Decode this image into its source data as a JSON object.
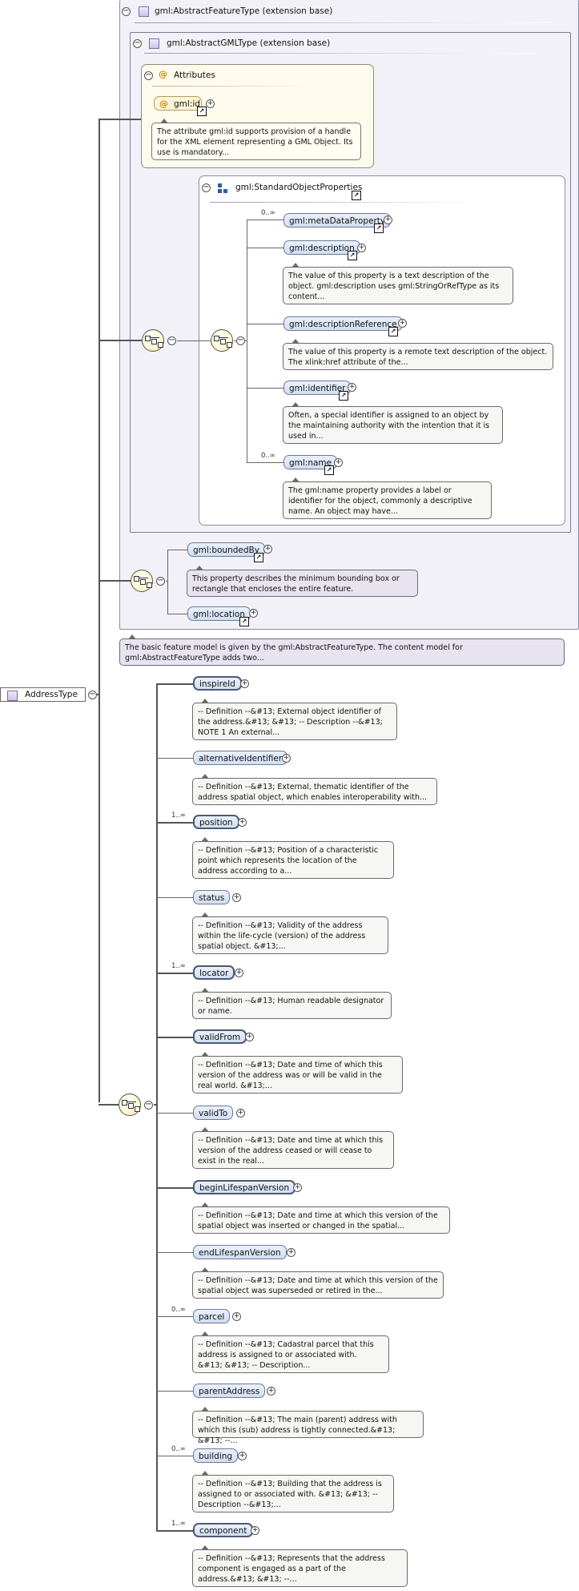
{
  "root": {
    "label": "AddressType"
  },
  "feature_group": {
    "title": "gml:AbstractFeatureType (extension base)"
  },
  "gml_group": {
    "title": "gml:AbstractGMLType (extension base)"
  },
  "attributes": {
    "title": "Attributes",
    "id_label": "gml:id",
    "id_desc": "The attribute gml:id supports provision of a handle for the XML element representing a GML Object. Its use is mandatory..."
  },
  "sop": {
    "title": "gml:StandardObjectProperties",
    "items": [
      {
        "label": "gml:metaDataProperty",
        "card": "0..∞",
        "desc": ""
      },
      {
        "label": "gml:description",
        "card": "",
        "desc": "The value of this property is a text description of the object. gml:description uses gml:StringOrRefType as its content..."
      },
      {
        "label": "gml:descriptionReference",
        "card": "",
        "desc": "The value of this property is a remote text description of the object. The xlink:href attribute of the..."
      },
      {
        "label": "gml:identifier",
        "card": "",
        "desc": "Often, a special identifier is assigned to an object by the maintaining authority with the intention that it is used in..."
      },
      {
        "label": "gml:name",
        "card": "0..∞",
        "desc": "The gml:name property provides a label or identifier for the object, commonly a descriptive name. An object may have..."
      }
    ]
  },
  "feature_items": [
    {
      "label": "gml:boundedBy",
      "desc": "This property describes the minimum bounding box or rectangle that encloses the entire feature."
    },
    {
      "label": "gml:location",
      "desc": ""
    }
  ],
  "feature_desc": "The basic feature model is given by the gml:AbstractFeatureType. The content model for gml:AbstractFeatureType adds two...",
  "elements": [
    {
      "label": "inspireId",
      "card": "",
      "desc": "-- Definition --&#13; External object identifier of the address.&#13; &#13; -- Description --&#13; NOTE 1 An external..."
    },
    {
      "label": "alternativeIdentifier",
      "card": "",
      "desc": "-- Definition --&#13; External, thematic identifier of the address spatial object, which enables interoperability with..."
    },
    {
      "label": "position",
      "card": "1..∞",
      "desc": "-- Definition --&#13; Position of a characteristic point which represents the location of the address according to a..."
    },
    {
      "label": "status",
      "card": "",
      "desc": "-- Definition --&#13; Validity of the address within the life-cycle (version) of the address spatial object. &#13;..."
    },
    {
      "label": "locator",
      "card": "1..∞",
      "desc": "-- Definition --&#13; Human readable designator or name."
    },
    {
      "label": "validFrom",
      "card": "",
      "desc": "-- Definition --&#13; Date and time of which this version of the address was or will be valid in the real world. &#13;..."
    },
    {
      "label": "validTo",
      "card": "",
      "desc": "-- Definition --&#13; Date and time at which this version of the address ceased or will cease to exist in the real..."
    },
    {
      "label": "beginLifespanVersion",
      "card": "",
      "desc": "-- Definition --&#13; Date and time at which this version of the spatial object was inserted or changed in the spatial..."
    },
    {
      "label": "endLifespanVersion",
      "card": "",
      "desc": "-- Definition --&#13; Date and time at which this version of the spatial object was superseded or retired in the..."
    },
    {
      "label": "parcel",
      "card": "0..∞",
      "desc": "-- Definition --&#13; Cadastral parcel that this address is assigned to or associated with. &#13; &#13; -- Description..."
    },
    {
      "label": "parentAddress",
      "card": "",
      "desc": "-- Definition --&#13; The main (parent) address with which this (sub) address is tightly connected.&#13; &#13; --..."
    },
    {
      "label": "building",
      "card": "0..∞",
      "desc": "-- Definition --&#13; Building that the address is assigned to or associated with. &#13; &#13; -- Description --&#13;..."
    },
    {
      "label": "component",
      "card": "1..∞",
      "desc": "-- Definition --&#13; Represents that the address component is engaged as a part of the address.&#13; &#13; --..."
    }
  ]
}
